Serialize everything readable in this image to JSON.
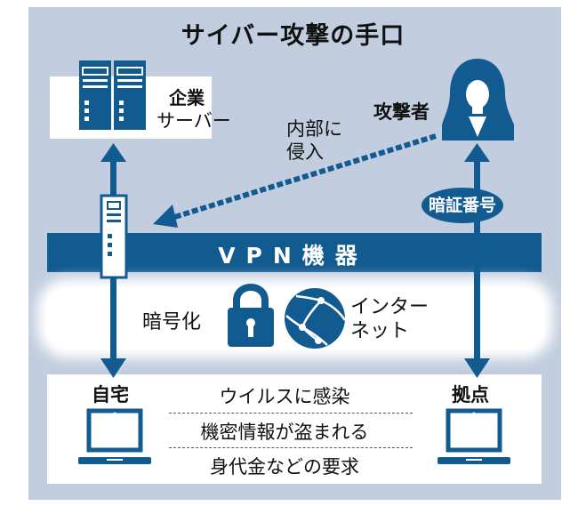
{
  "title": "サイバー攻撃の手口",
  "colors": {
    "accent": "#125b91",
    "background": "#c2cedf",
    "box": "#ffffff",
    "text": "#111111"
  },
  "server": {
    "label_line1": "企業",
    "label_line2": "サーバー",
    "icon": "server-rack-icon"
  },
  "attacker": {
    "label": "攻撃者",
    "icon": "hooded-person-icon"
  },
  "intrusion": {
    "label_line1": "内部に",
    "label_line2": "侵入"
  },
  "pin_badge": "暗証番号",
  "vpn": {
    "label": "VPN機器",
    "icon": "vpn-device-icon"
  },
  "internet": {
    "encryption_label": "暗号化",
    "label_line1": "インター",
    "label_line2": "ネット",
    "lock_icon": "padlock-icon",
    "globe_icon": "network-globe-icon"
  },
  "endpoints": {
    "home": "自宅",
    "base": "拠点"
  },
  "risks": [
    "ウイルスに感染",
    "機密情報が盗まれる",
    "身代金などの要求"
  ]
}
